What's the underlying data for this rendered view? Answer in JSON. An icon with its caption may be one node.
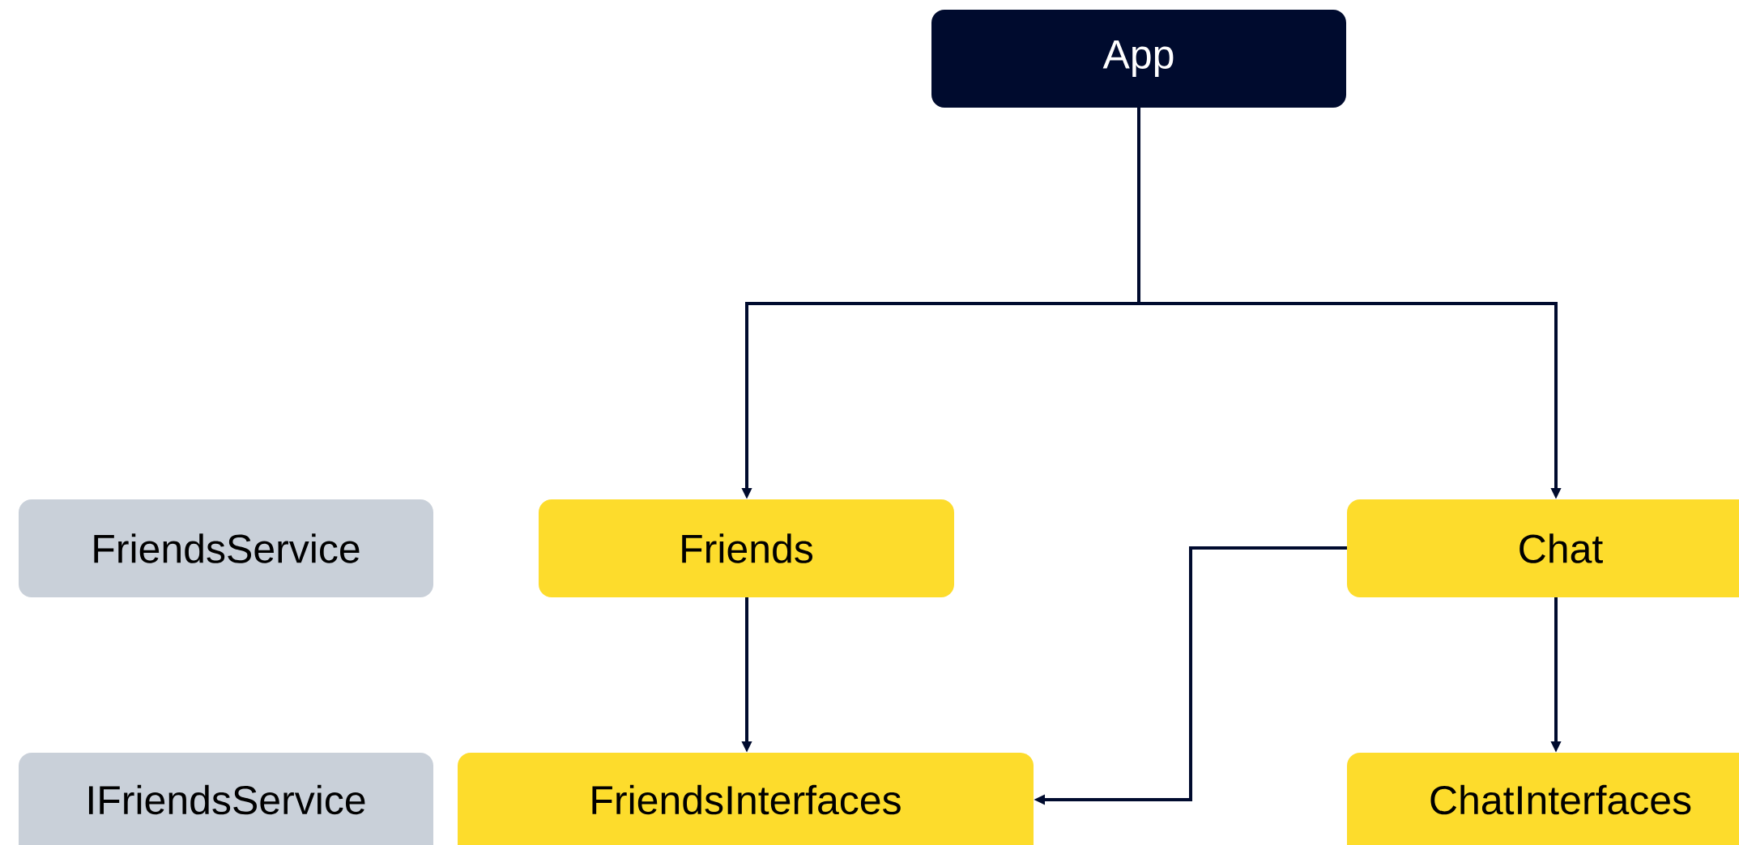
{
  "diagram": {
    "nodes": [
      {
        "text": [
          "App"
        ]
      },
      {
        "text": [
          "FriendsService"
        ]
      },
      {
        "text": [
          "Friends"
        ]
      },
      {
        "text": [
          "Chat"
        ]
      },
      {
        "text": [
          "IFriendsService"
        ]
      },
      {
        "text": [
          "FriendsInterfaces"
        ]
      },
      {
        "text": [
          "ChatInterfaces"
        ]
      }
    ],
    "edges": [
      {
        "from": 0,
        "to": 2,
        "arrow": "to"
      },
      {
        "from": 0,
        "to": 3,
        "arrow": "to"
      },
      {
        "from": 2,
        "to": 5,
        "arrow": "to"
      },
      {
        "from": 3,
        "to": 6,
        "arrow": "to"
      },
      {
        "from": 3,
        "to": 5,
        "arrow": "to"
      }
    ]
  }
}
